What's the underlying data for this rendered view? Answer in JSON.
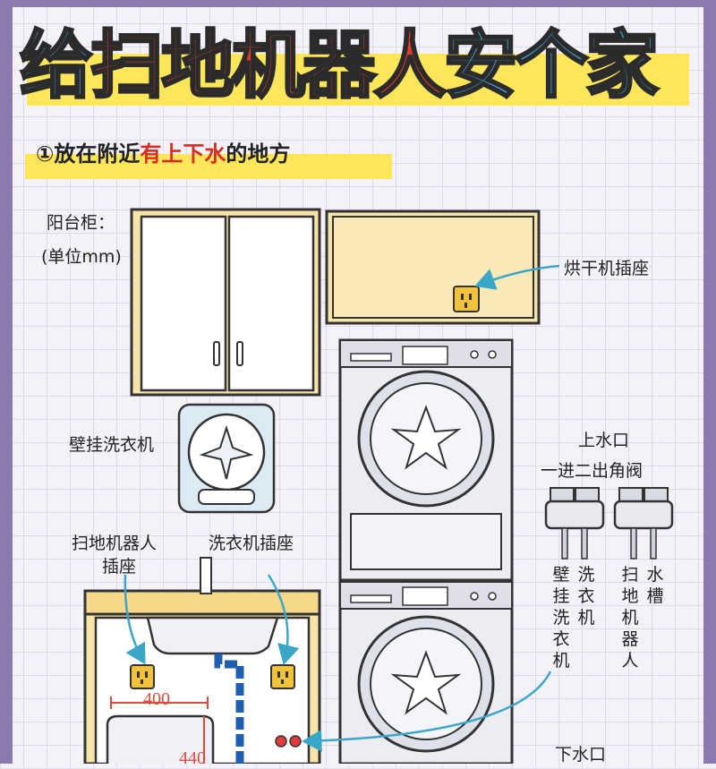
{
  "header": {
    "title_part1": "给",
    "title_part2": "扫地机器人",
    "title_part3": "安个家"
  },
  "section": {
    "num": "①",
    "text_before": "放在附近",
    "text_highlight": "有上下水",
    "text_after": "的地方"
  },
  "labels": {
    "cabinet": "阳台柜：",
    "unit": "(单位mm)",
    "dryer_socket": "烘干机插座",
    "wall_washer": "壁挂洗衣机",
    "water_inlet": "上水口",
    "valve": "一进二出角阀",
    "robot_socket_1": "扫地机器人",
    "robot_socket_2": "插座",
    "washer_socket": "洗衣机插座",
    "valve_out_1": "壁挂洗衣机",
    "valve_out_2": "洗衣机",
    "valve_out_3": "扫地机器人",
    "valve_out_4": "水槽",
    "water_outlet": "下水口"
  },
  "dimensions": {
    "width": "400",
    "height": "440"
  },
  "colors": {
    "accent_yellow": "#fde65a",
    "title_blue": "#3aa8d8",
    "title_red": "#e23b2e",
    "arrow_teal": "#3aa7c9",
    "pipe_blue": "#1f5fb0",
    "dim_red": "#e04a3a"
  }
}
